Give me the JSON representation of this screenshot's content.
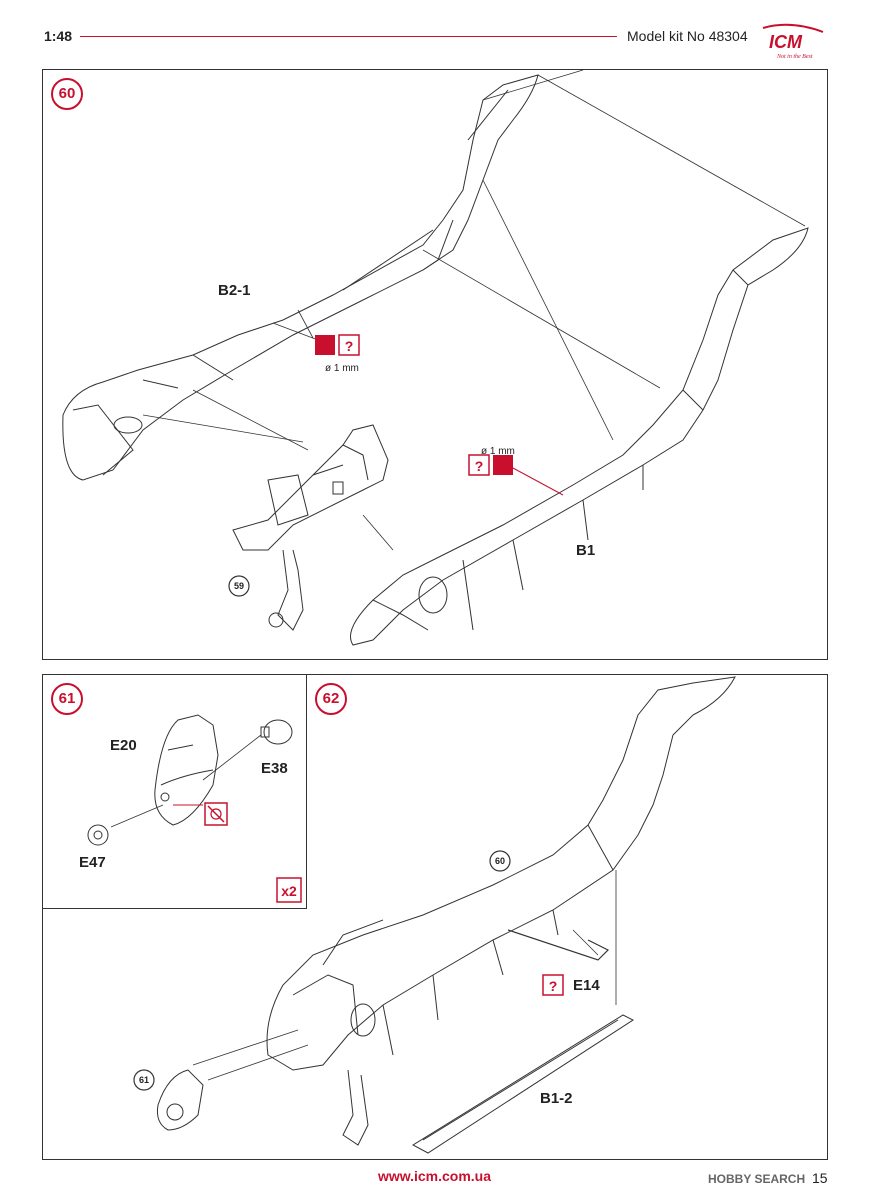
{
  "header": {
    "scale": "1:48",
    "kit_number": "Model kit No 48304",
    "logo_text": "ICM",
    "logo_tagline": "Not in the Best"
  },
  "steps": {
    "s60": {
      "number": "60",
      "labels": {
        "b2_1": "B2-1",
        "b1": "B1",
        "ref59": "59",
        "drill1": "ø 1 mm",
        "drill2": "ø 1 mm"
      },
      "question_mark": "?"
    },
    "s61": {
      "number": "61",
      "labels": {
        "e20": "E20",
        "e38": "E38",
        "e47": "E47"
      },
      "multiplier": "x2"
    },
    "s62": {
      "number": "62",
      "labels": {
        "ref60": "60",
        "ref61": "61",
        "e14": "E14",
        "b1_2": "B1-2"
      },
      "question_mark": "?"
    }
  },
  "footer": {
    "url": "www.icm.com.ua",
    "page_number": "15",
    "watermark": "HOBBY SEARCH"
  },
  "colors": {
    "accent": "#c8102e",
    "line": "#333333"
  }
}
